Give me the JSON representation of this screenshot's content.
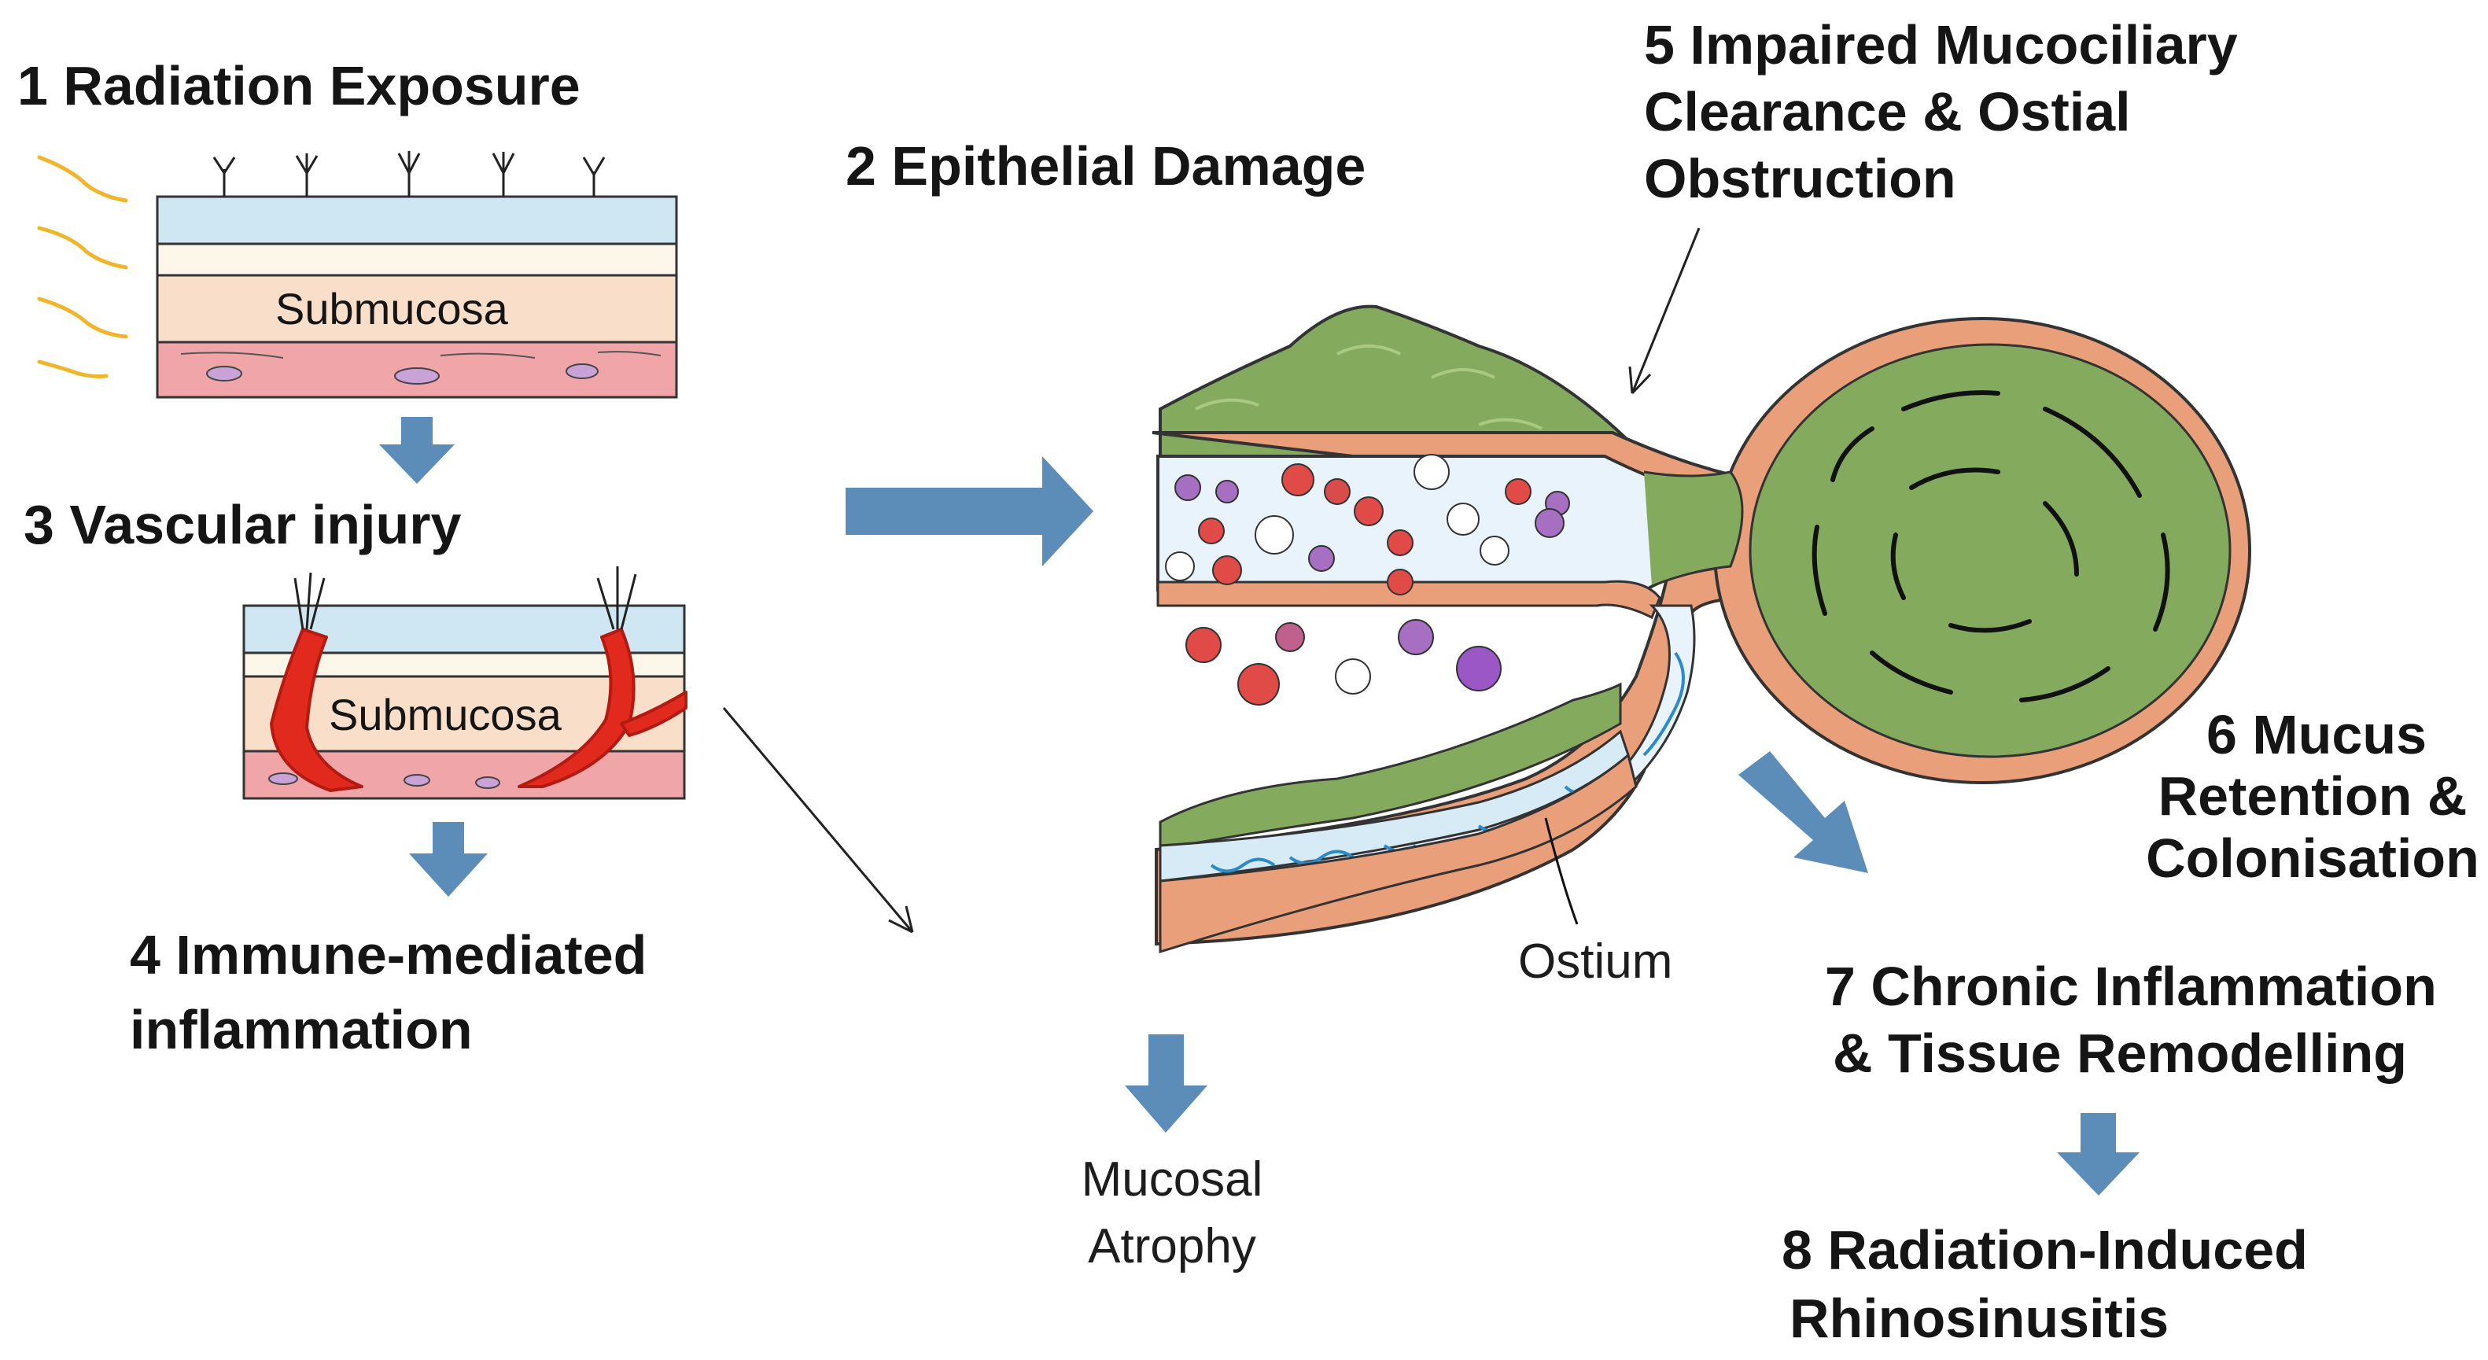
{
  "steps": {
    "s1": "1 Radiation Exposure",
    "s2": "2 Epithelial Damage",
    "s3": "3 Vascular injury",
    "s4_line1": "4 Immune-mediated",
    "s4_line2": "inflammation",
    "s5_line1": "5 Impaired Mucociliary",
    "s5_line2": "Clearance & Ostial",
    "s5_line3": "Obstruction",
    "s6_line1": "6 Mucus",
    "s6_line2": "Retention &",
    "s6_line3": "Colonisation",
    "s7_line1": "7 Chronic Inflammation",
    "s7_line2": "& Tissue Remodelling",
    "s8_line1": "8 Radiation-Induced",
    "s8_line2": "Rhinosinusitis"
  },
  "labels": {
    "submucosa_top": "Submucosa",
    "submucosa_vascular": "Submucosa",
    "ostium": "Ostium",
    "mucosal_line1": "Mucosal",
    "mucosal_line2": "Atrophy"
  },
  "colors": {
    "arrow": "#5b8db8",
    "epithelium": "#cfe6f3",
    "submucosa": "#f7dfcc",
    "vascular_layer": "#f0a6a8",
    "vessel": "#d9261c",
    "mucosa_green": "#7fa75a",
    "tissue_orange": "#e9a07a",
    "wave_yellow": "#f0b62b"
  }
}
